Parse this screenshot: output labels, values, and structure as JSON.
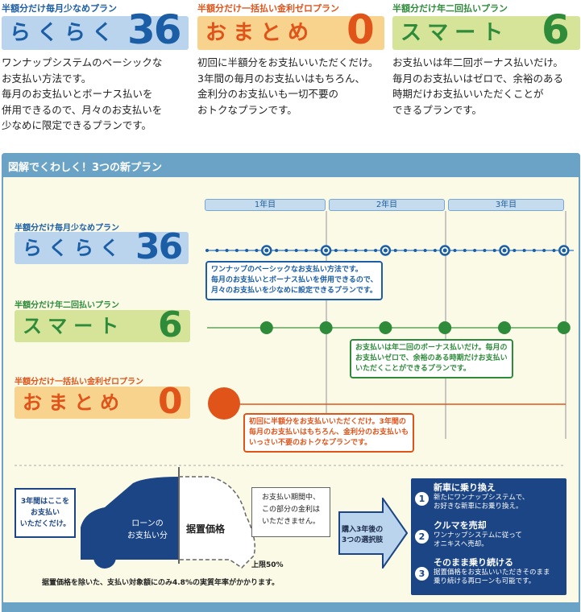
{
  "plans": [
    {
      "label": "半額分だけ毎月少なめプラン",
      "name": "らくらく",
      "number": "36",
      "desc": [
        "ワンナップシステムのベーシックな",
        "お支払い方法です。",
        "毎月のお支払いとボーナス払いを",
        "併用できるので、月々のお支払いを",
        "少なめに限定できるプランです。"
      ]
    },
    {
      "label": "半額分だけ一括払い金利ゼロプラン",
      "name": "おまとめ",
      "number": "0",
      "desc": [
        "初回に半額分をお支払いいただくだけ。",
        "3年間の毎月のお支払いはもちろん、",
        "金利分のお支払いも一切不要の",
        "おトクなプランです。"
      ]
    },
    {
      "label": "半額分だけ年二回払いプラン",
      "name": "スマート",
      "number": "6",
      "desc": [
        "お支払いは年二回ボーナス払いだけ。",
        "毎月のお支払いはゼロで、余裕のある",
        "時期だけお支払いいただくことが",
        "できるプランです。"
      ]
    }
  ],
  "diagram": {
    "title": "図解でくわしく！3つの新プラン",
    "years": [
      "1年目",
      "2年目",
      "3年目"
    ],
    "callouts": {
      "rakuraku": [
        "ワンナップのベーシックなお支払い方法です。",
        "毎月のお支払いとボーナス払いを併用できるので、",
        "月々のお支払いを少なめに設定できるプランです。"
      ],
      "smart": [
        "お支払いは年二回のボーナス払いだけ。毎月の",
        "お支払いゼロで、余裕のある時期だけお支払い",
        "いただくことができるプランです。"
      ],
      "omatome": [
        "初回に半額分をお支払いいただくだけ。3年間の",
        "毎月のお支払いはもちろん、金利分のお支払いも",
        "いっさい不要のおトクなプランです。"
      ]
    }
  },
  "car": {
    "left_note": [
      "3年間はここを",
      "お支払い",
      "いただくだけ。"
    ],
    "loan": [
      "ローンの",
      "お支払い分"
    ],
    "residual": "据置価格",
    "right_note": [
      "お支払い期間中、",
      "この部分の金利は",
      "いただきません。"
    ],
    "limit": "上限50%",
    "footnote": "据置価格を除いた、支払い対象額にのみ4.8%の実質年率がかかります。",
    "arrow": [
      "購入3年後の",
      "3つの選択肢"
    ]
  },
  "options": [
    {
      "num": "1",
      "title": "新車に乗り換え",
      "desc": [
        "新たにワンナップシステムで、",
        "お好きな新車にお乗り換え。"
      ]
    },
    {
      "num": "2",
      "title": "クルマを売却",
      "desc": [
        "ワンナップシステムに従って",
        "オニキスへ売却。"
      ]
    },
    {
      "num": "3",
      "title": "そのまま乗り続ける",
      "desc": [
        "据置価格をお支払いいただきそのまま",
        "乗り続ける再ローンも可能です。"
      ]
    }
  ],
  "colors": {
    "blue": "#1b5ea6",
    "orange": "#e0541a",
    "green": "#2e8b3a"
  }
}
